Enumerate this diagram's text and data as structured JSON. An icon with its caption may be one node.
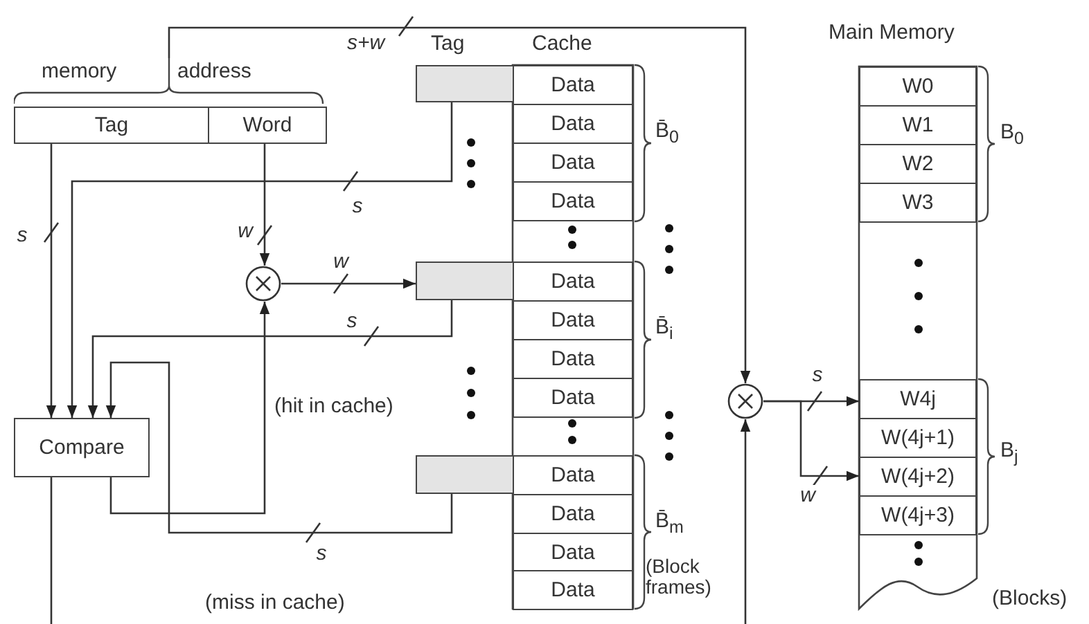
{
  "diagram": {
    "nodes": [
      {
        "text": [
          "memory",
          "address"
        ]
      },
      {
        "text": [
          "Tag"
        ]
      },
      {
        "text": [
          "Word"
        ]
      },
      {
        "text": [
          "Compare"
        ]
      },
      {
        "text": [],
        "shape": "circle"
      },
      {
        "text": [],
        "shape": "box"
      },
      {
        "text": [
          "Data"
        ]
      },
      {
        "text": [
          "Data"
        ]
      },
      {
        "text": [
          "Data"
        ]
      },
      {
        "text": [
          "Data"
        ]
      },
      {
        "text": [],
        "shape": "box"
      },
      {
        "text": [
          "Data"
        ]
      },
      {
        "text": [
          "Data"
        ]
      },
      {
        "text": [
          "Data"
        ]
      },
      {
        "text": [
          "Data"
        ]
      },
      {
        "text": [],
        "shape": "box"
      },
      {
        "text": [
          "Data"
        ]
      },
      {
        "text": [
          "Data"
        ]
      },
      {
        "text": [
          "Data"
        ]
      },
      {
        "text": [
          "Data"
        ]
      },
      {
        "text": [],
        "shape": "circle"
      },
      {
        "text": [
          "W0"
        ]
      },
      {
        "text": [
          "W1"
        ]
      },
      {
        "text": [
          "W2"
        ]
      },
      {
        "text": [
          "W3"
        ]
      },
      {
        "text": [
          "W4j"
        ]
      },
      {
        "text": [
          "W(4j+1)"
        ]
      },
      {
        "text": [
          "W(4j+2)"
        ]
      },
      {
        "text": [
          "W(4j+3)"
        ]
      }
    ],
    "edges": [
      {
        "from": 1,
        "to": 3,
        "arrow": "to",
        "label": "s"
      },
      {
        "from": 2,
        "to": 4,
        "arrow": "to",
        "label": "w"
      },
      {
        "from": 0,
        "to": 20,
        "arrow": "to",
        "label": "s+w"
      },
      {
        "from": 5,
        "to": 3,
        "arrow": "to",
        "label": "s"
      },
      {
        "from": 4,
        "to": 10,
        "arrow": "to",
        "label": "w"
      },
      {
        "from": 10,
        "to": 3,
        "arrow": "to",
        "label": "s"
      },
      {
        "from": 15,
        "to": 3,
        "arrow": "to",
        "label": "s"
      },
      {
        "from": 3,
        "to": 4,
        "arrow": "to"
      },
      {
        "from": 3,
        "to": null,
        "arrow": "none"
      },
      {
        "from": null,
        "to": 20,
        "arrow": "to"
      },
      {
        "from": 20,
        "to": 25,
        "arrow": "to",
        "label": "s"
      },
      {
        "from": 20,
        "to": 27,
        "arrow": "to",
        "label": "w"
      }
    ],
    "labels": [
      "Tag",
      "Cache",
      "Main Memory",
      "B̄$_{0}$",
      "B̄$_{i}$",
      "B̄$_{m}$",
      "(Block frames)",
      "B$_{0}$",
      "B$_{j}$",
      "(hit in cache)",
      "(miss in cache)",
      "(Blocks)"
    ]
  }
}
